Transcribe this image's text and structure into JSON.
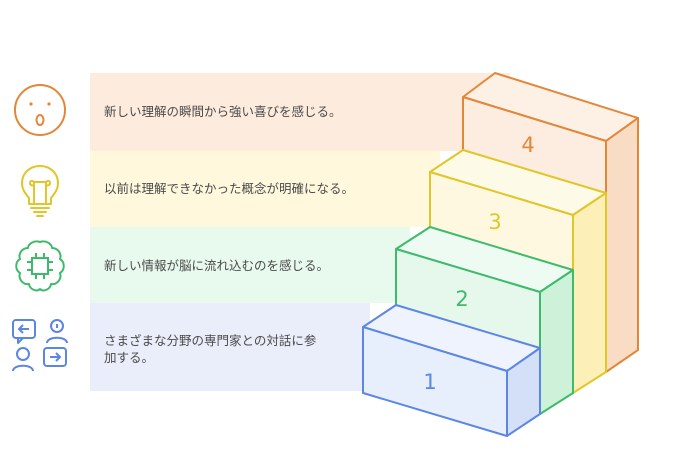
{
  "steps": [
    {
      "level": "1",
      "text": "さまざまな分野の専門家との対話に参\n加する。",
      "icon": "people-exchange-icon",
      "color": "#5b86e5",
      "fill": "#e8effc",
      "band": "#e9eefa"
    },
    {
      "level": "2",
      "text": "新しい情報が脳に流れ込むのを感じる。",
      "icon": "brain-chip-icon",
      "color": "#3dbb6a",
      "fill": "#e6f8ec",
      "band": "#e8f9ee"
    },
    {
      "level": "3",
      "text": "以前は理解できなかった概念が明確になる。",
      "icon": "lightbulb-icon",
      "color": "#e0c62b",
      "fill": "#fdf8df",
      "band": "#fff8dc"
    },
    {
      "level": "4",
      "text": "新しい理解の瞬間から強い喜びを感じる。",
      "icon": "surprised-face-icon",
      "color": "#e2873a",
      "fill": "#fdede0",
      "band": "#fdebdd"
    }
  ]
}
